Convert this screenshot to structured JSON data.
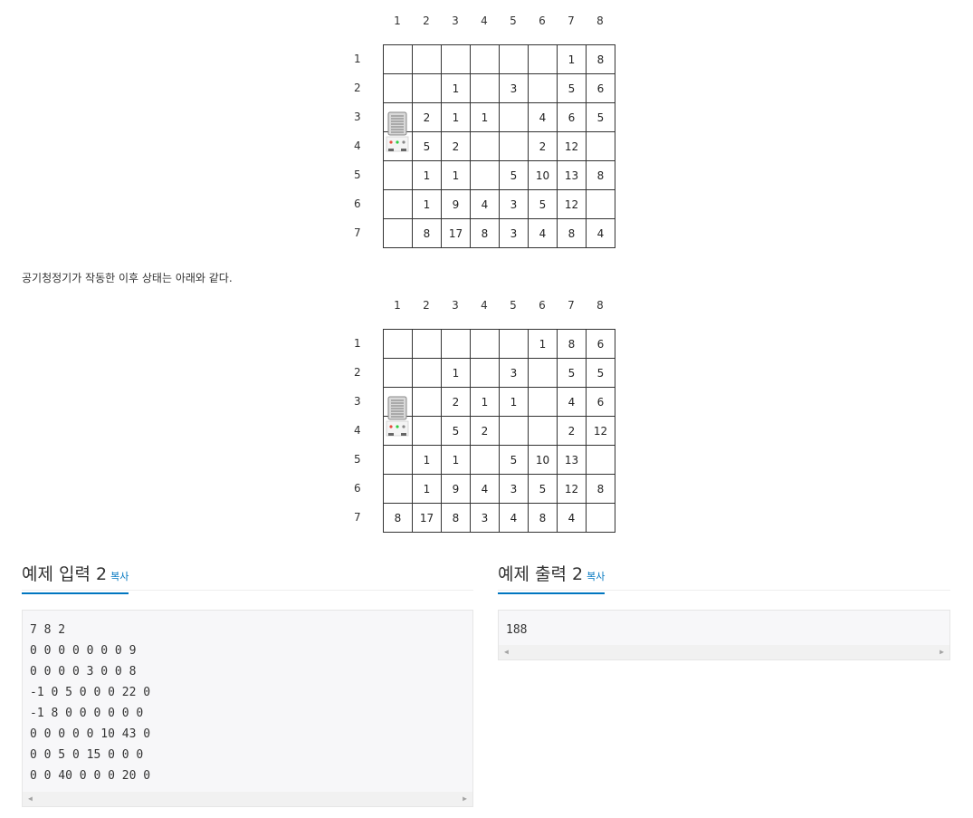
{
  "cols": [
    "1",
    "2",
    "3",
    "4",
    "5",
    "6",
    "7",
    "8"
  ],
  "rows": [
    "1",
    "2",
    "3",
    "4",
    "5",
    "6",
    "7"
  ],
  "grid_before": [
    [
      "",
      "",
      "",
      "",
      "",
      "",
      "1",
      "8"
    ],
    [
      "",
      "",
      "1",
      "",
      "3",
      "",
      "5",
      "6"
    ],
    [
      "",
      "2",
      "1",
      "1",
      "",
      "4",
      "6",
      "5"
    ],
    [
      "",
      "5",
      "2",
      "",
      "",
      "2",
      "12",
      ""
    ],
    [
      "",
      "1",
      "1",
      "",
      "5",
      "10",
      "13",
      "8"
    ],
    [
      "",
      "1",
      "9",
      "4",
      "3",
      "5",
      "12",
      ""
    ],
    [
      "",
      "8",
      "17",
      "8",
      "3",
      "4",
      "8",
      "4"
    ]
  ],
  "caption": "공기청정기가 작동한 이후 상태는 아래와 같다.",
  "grid_after": [
    [
      "",
      "",
      "",
      "",
      "",
      "1",
      "8",
      "6"
    ],
    [
      "",
      "",
      "1",
      "",
      "3",
      "",
      "5",
      "5"
    ],
    [
      "",
      "",
      "2",
      "1",
      "1",
      "",
      "4",
      "6"
    ],
    [
      "",
      "",
      "5",
      "2",
      "",
      "",
      "2",
      "12"
    ],
    [
      "",
      "1",
      "1",
      "",
      "5",
      "10",
      "13",
      ""
    ],
    [
      "",
      "1",
      "9",
      "4",
      "3",
      "5",
      "12",
      "8"
    ],
    [
      "8",
      "17",
      "8",
      "3",
      "4",
      "8",
      "4",
      ""
    ]
  ],
  "sample_input": {
    "title": "예제 입력 2",
    "copy": "복사",
    "lines": [
      "7 8 2",
      "0 0 0 0 0 0 0 9",
      "0 0 0 0 3 0 0 8",
      "-1 0 5 0 0 0 22 0",
      "-1 8 0 0 0 0 0 0",
      "0 0 0 0 0 10 43 0",
      "0 0 5 0 15 0 0 0",
      "0 0 40 0 0 0 20 0"
    ]
  },
  "sample_output": {
    "title": "예제 출력 2",
    "copy": "복사",
    "lines": [
      "188"
    ]
  },
  "scroll_icons": {
    "left": "scroll-left-arrow-icon",
    "right": "scroll-right-arrow-icon"
  }
}
